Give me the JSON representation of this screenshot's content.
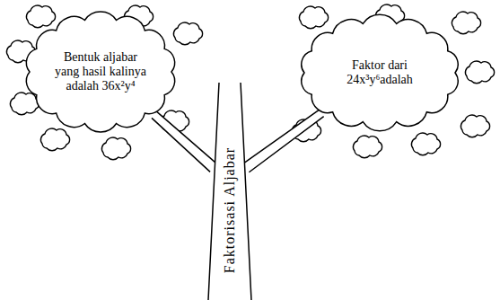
{
  "diagram": {
    "nodes": [
      {
        "text": [
          "Bentuk aljabar yang hasil kalinya adalah 36x²y⁴"
        ]
      },
      {
        "text": [
          "Faktor dari 24x³y⁶adalah"
        ]
      },
      {
        "text": [
          "Faktorisasi Aljabar"
        ]
      }
    ],
    "edges": [
      {
        "from": 2,
        "to": 0,
        "arrow": "none"
      },
      {
        "from": 2,
        "to": 1,
        "arrow": "none"
      }
    ]
  }
}
